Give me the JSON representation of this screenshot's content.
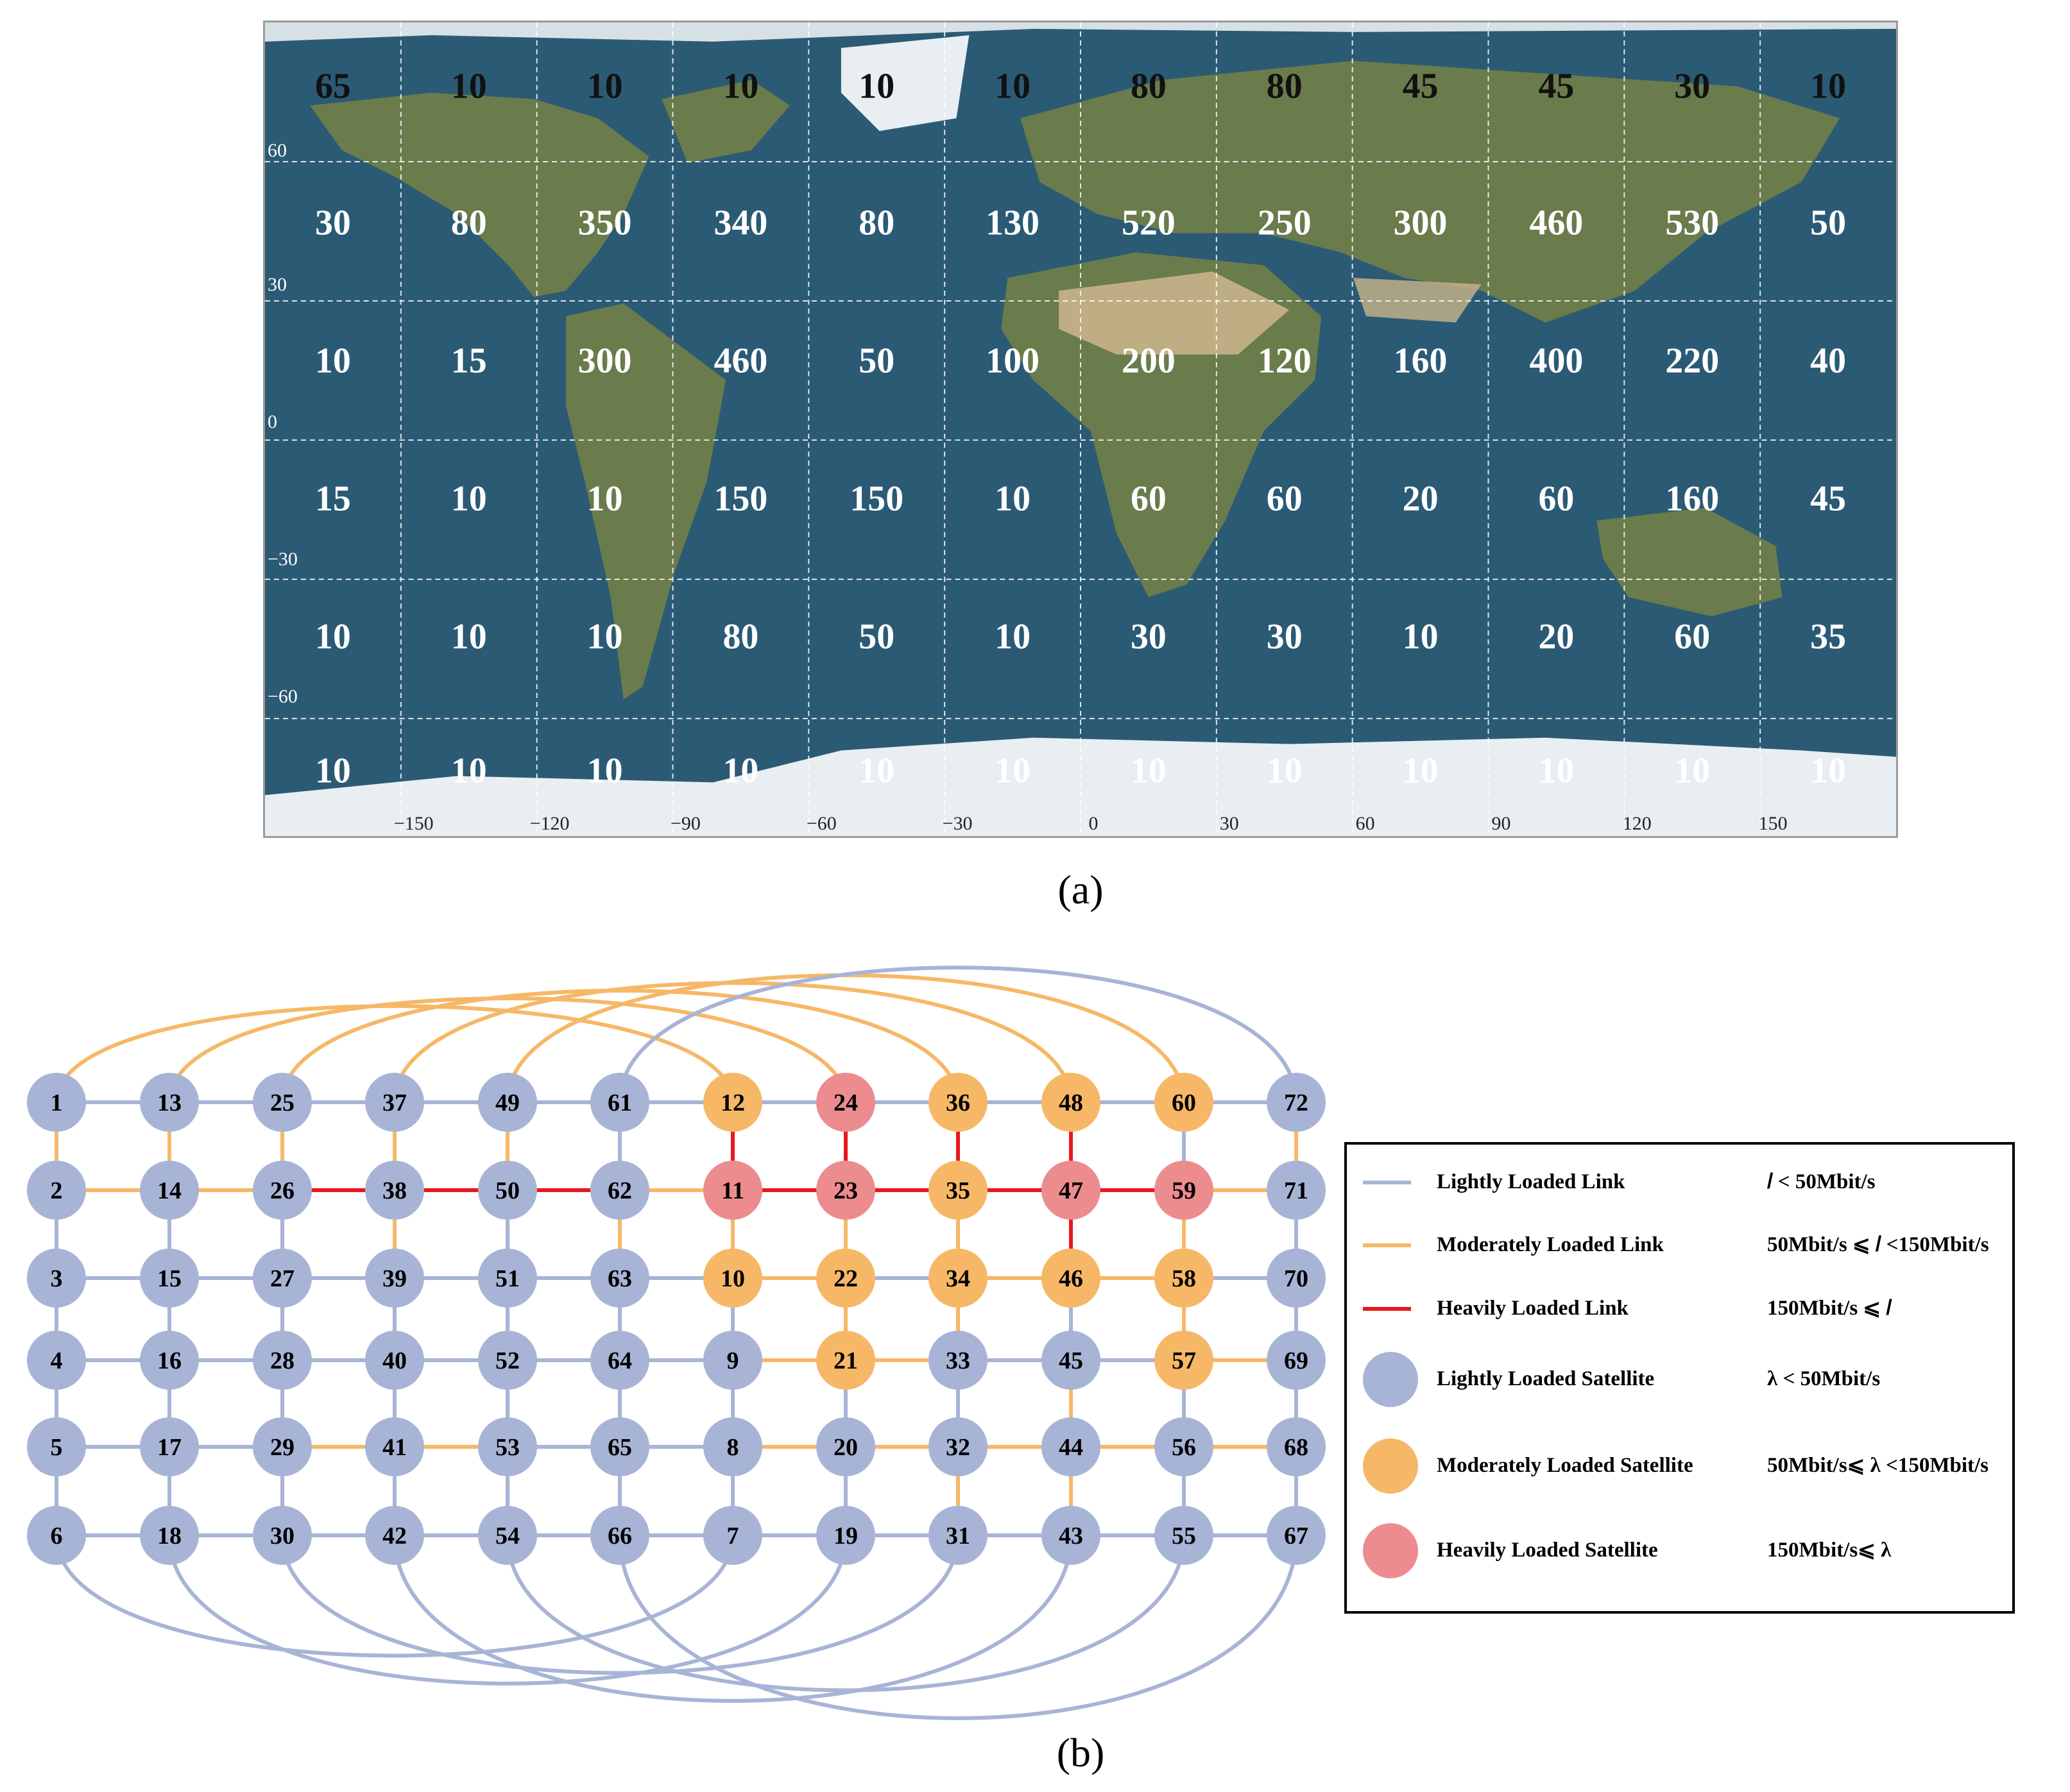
{
  "map": {
    "lat_labels": [
      "60",
      "30",
      "0",
      "−30",
      "−60"
    ],
    "lon_labels": [
      "−150",
      "−120",
      "−90",
      "−60",
      "−30",
      "0",
      "30",
      "60",
      "90",
      "120",
      "150"
    ],
    "cell_values": [
      [
        "65",
        "10",
        "10",
        "10",
        "10",
        "10",
        "80",
        "80",
        "45",
        "45",
        "30",
        "10"
      ],
      [
        "30",
        "80",
        "350",
        "340",
        "80",
        "130",
        "520",
        "250",
        "300",
        "460",
        "530",
        "50"
      ],
      [
        "10",
        "15",
        "300",
        "460",
        "50",
        "100",
        "200",
        "120",
        "160",
        "400",
        "220",
        "40"
      ],
      [
        "15",
        "10",
        "10",
        "150",
        "150",
        "10",
        "60",
        "60",
        "20",
        "60",
        "160",
        "45"
      ],
      [
        "10",
        "10",
        "10",
        "80",
        "50",
        "10",
        "30",
        "30",
        "10",
        "20",
        "60",
        "35"
      ],
      [
        "10",
        "10",
        "10",
        "10",
        "10",
        "10",
        "10",
        "10",
        "10",
        "10",
        "10",
        "10"
      ]
    ],
    "colors": {
      "ocean": "#2b5a74",
      "land": "#6e7d4a",
      "desert": "#c9b48a",
      "ice": "#e9eef2",
      "grid": "#ffffff"
    }
  },
  "caption_a": "(a)",
  "caption_b": "(b)",
  "topology": {
    "columns": [
      [
        1,
        2,
        3,
        4,
        5,
        6
      ],
      [
        13,
        14,
        15,
        16,
        17,
        18
      ],
      [
        25,
        26,
        27,
        28,
        29,
        30
      ],
      [
        37,
        38,
        39,
        40,
        41,
        42
      ],
      [
        49,
        50,
        51,
        52,
        53,
        54
      ],
      [
        61,
        62,
        63,
        64,
        65,
        66
      ],
      [
        12,
        11,
        10,
        9,
        8,
        7
      ],
      [
        24,
        23,
        22,
        21,
        20,
        19
      ],
      [
        36,
        35,
        34,
        33,
        32,
        31
      ],
      [
        48,
        47,
        46,
        45,
        44,
        43
      ],
      [
        60,
        59,
        58,
        57,
        56,
        55
      ],
      [
        72,
        71,
        70,
        69,
        68,
        67
      ]
    ],
    "node_load": {
      "moderate": [
        12,
        10,
        22,
        21,
        36,
        35,
        34,
        48,
        46,
        60,
        58,
        57
      ],
      "heavy": [
        24,
        11,
        23,
        47,
        59
      ]
    },
    "vertical_links": {
      "moderate": [
        [
          1,
          2
        ],
        [
          13,
          14
        ],
        [
          25,
          26
        ],
        [
          37,
          38
        ],
        [
          49,
          50
        ],
        [
          12,
          11
        ],
        [
          11,
          10
        ],
        [
          23,
          22
        ],
        [
          22,
          21
        ],
        [
          35,
          34
        ],
        [
          34,
          33
        ],
        [
          45,
          44
        ],
        [
          44,
          43
        ],
        [
          59,
          58
        ],
        [
          58,
          57
        ],
        [
          72,
          71
        ],
        [
          38,
          39
        ],
        [
          62,
          63
        ],
        [
          32,
          31
        ]
      ],
      "heavy": [
        [
          12,
          11
        ],
        [
          24,
          23
        ],
        [
          36,
          35
        ],
        [
          48,
          47
        ],
        [
          47,
          46
        ]
      ]
    },
    "horizontal_links": {
      "moderate": [
        [
          2,
          14
        ],
        [
          14,
          26
        ],
        [
          62,
          11
        ],
        [
          59,
          71
        ],
        [
          10,
          22
        ],
        [
          34,
          46
        ],
        [
          21,
          33
        ],
        [
          9,
          21
        ],
        [
          57,
          69
        ],
        [
          29,
          41
        ],
        [
          41,
          53
        ],
        [
          8,
          20
        ],
        [
          20,
          32
        ],
        [
          32,
          44
        ],
        [
          44,
          56
        ],
        [
          56,
          68
        ],
        [
          46,
          58
        ]
      ],
      "heavy": [
        [
          26,
          38
        ],
        [
          38,
          50
        ],
        [
          50,
          62
        ],
        [
          11,
          23
        ],
        [
          23,
          35
        ],
        [
          35,
          47
        ],
        [
          47,
          59
        ]
      ]
    },
    "top_arcs": {
      "moderate": [
        [
          1,
          12
        ],
        [
          13,
          24
        ],
        [
          25,
          36
        ],
        [
          37,
          48
        ],
        [
          49,
          60
        ]
      ],
      "light": [
        [
          61,
          72
        ]
      ]
    },
    "colors": {
      "light": "#a8b4d6",
      "moderate": "#f6b866",
      "heavy": "#e8171e",
      "node_light": "#a8b4d6",
      "node_moderate": "#f6b866",
      "node_heavy": "#ec8c8f"
    }
  },
  "legend": [
    {
      "kind": "line",
      "level": "light",
      "label": "Lightly Loaded Link",
      "condition": "𝑙 < 50Mbit/s"
    },
    {
      "kind": "line",
      "level": "moderate",
      "label": "Moderately Loaded Link",
      "condition": "50Mbit/s ⩽ 𝑙 <150Mbit/s"
    },
    {
      "kind": "line",
      "level": "heavy",
      "label": "Heavily Loaded Link",
      "condition": "150Mbit/s ⩽ 𝑙"
    },
    {
      "kind": "dot",
      "level": "light",
      "label": "Lightly Loaded Satellite",
      "condition": "λ < 50Mbit/s"
    },
    {
      "kind": "dot",
      "level": "moderate",
      "label": "Moderately Loaded Satellite",
      "condition": "50Mbit/s⩽ λ <150Mbit/s"
    },
    {
      "kind": "dot",
      "level": "heavy",
      "label": "Heavily Loaded  Satellite",
      "condition": "150Mbit/s⩽ λ"
    }
  ]
}
